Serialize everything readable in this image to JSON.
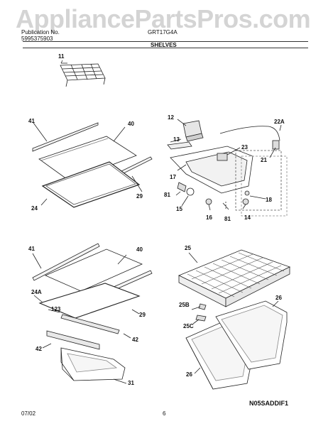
{
  "watermark": "AppliancePartsPros.com",
  "header": {
    "publication_label": "Publication No.",
    "publication_no": "5995375903",
    "model": "GRT17G4A",
    "section": "SHELVES"
  },
  "footer": {
    "date": "07/02",
    "page": "6",
    "drawing_code": "N05SADDIF1"
  },
  "callouts": [
    "11",
    "12",
    "13",
    "15",
    "16",
    "17",
    "18",
    "21",
    "22A",
    "23",
    "24",
    "24A",
    "25",
    "25B",
    "25C",
    "26",
    "29",
    "31",
    "40",
    "41",
    "42",
    "81",
    "123",
    "14"
  ]
}
